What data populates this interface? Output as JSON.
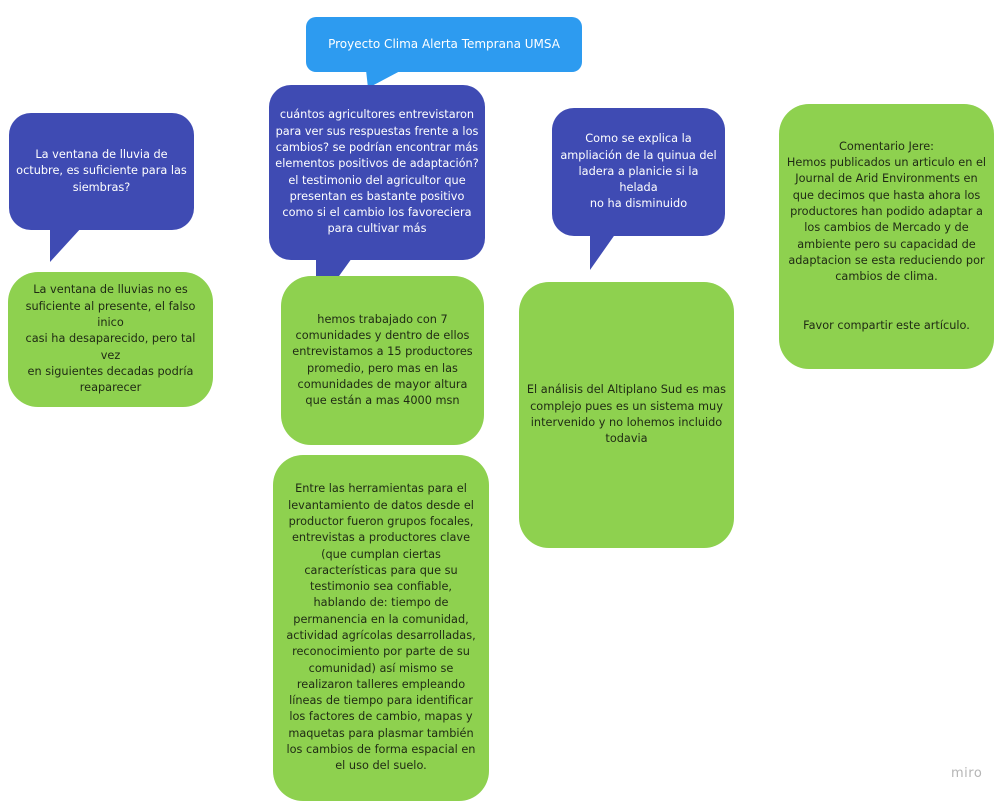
{
  "title": "Proyecto Clima Alerta Temprana UMSA",
  "questions": [
    {
      "text": "La ventana de lluvia de\noctubre, es suficiente para las\nsiembras?"
    },
    {
      "text": "cuántos agricultores entrevistaron\npara ver sus respuestas frente a los\ncambios? se podrían encontrar más\nelementos positivos de adaptación?\nel testimonio del agricultor que\npresentan es bastante positivo\ncomo si el cambio los favoreciera\npara cultivar más"
    },
    {
      "text": "Como se explica la\nampliación de la quinua del\nladera a planicie si la helada\nno ha disminuido"
    }
  ],
  "answers": [
    {
      "text": "La ventana de lluvias no es\nsuficiente al presente, el falso inico\ncasi ha desaparecido, pero tal vez\nen siguientes decadas podría\nreaparecer"
    },
    {
      "text": "hemos trabajado con 7\ncomunidades y dentro de ellos\nentrevistamos a 15 productores\npromedio, pero mas en las\ncomunidades de mayor altura\nque están a mas 4000 msn"
    },
    {
      "text": "Entre las herramientas para el\nlevantamiento de datos desde el\nproductor fueron grupos focales,\nentrevistas a productores clave\n(que cumplan ciertas\ncaracterísticas para que su\ntestimonio sea confiable,\nhablando de: tiempo de\npermanencia en la comunidad,\nactividad agrícolas desarrolladas,\nreconocimiento por parte de su\ncomunidad) así mismo se\nrealizaron talleres empleando\nlíneas de tiempo para identificar\nlos factores de cambio, mapas y\nmaquetas para plasmar también\nlos cambios de forma espacial en\nel uso del suelo."
    },
    {
      "text": "El análisis del Altiplano Sud es mas\ncomplejo pues es un sistema muy\nintervenido y no lohemos incluido\ntodavia"
    },
    {
      "text": "Comentario Jere:\nHemos publicados un articulo en el\nJournal de Arid Environments en\nque decimos que hasta ahora los\nproductores han podido adaptar a\nlos cambios de Mercado y de\nambiente pero su capacidad de\nadaptacion se esta reduciendo por\ncambios de clima.\n\n\nFavor compartir este artículo."
    }
  ],
  "watermark": "miro",
  "colors": {
    "title": "#2d9bf0",
    "question": "#3f4bb3",
    "answer": "#8ed14f"
  }
}
